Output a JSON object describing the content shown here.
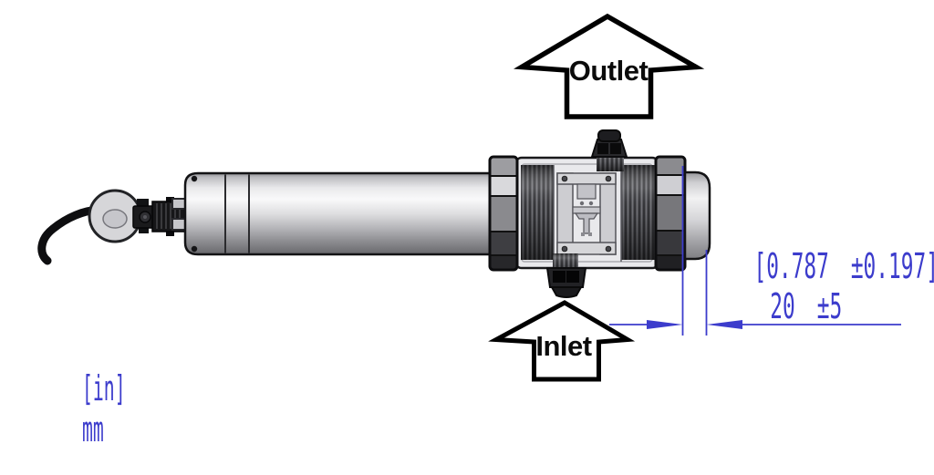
{
  "flow": {
    "outlet_label": "Outlet",
    "inlet_label": "Inlet"
  },
  "dimension": {
    "primary_inches": "[0.787 ±0.197]",
    "secondary_mm": "20 ±5"
  },
  "units_legend": {
    "primary": "[in]",
    "secondary": "mm"
  },
  "colors": {
    "dimension_blue": "#3c3ccc",
    "flow_label": "#0b0b0b",
    "outline": "#131315"
  }
}
